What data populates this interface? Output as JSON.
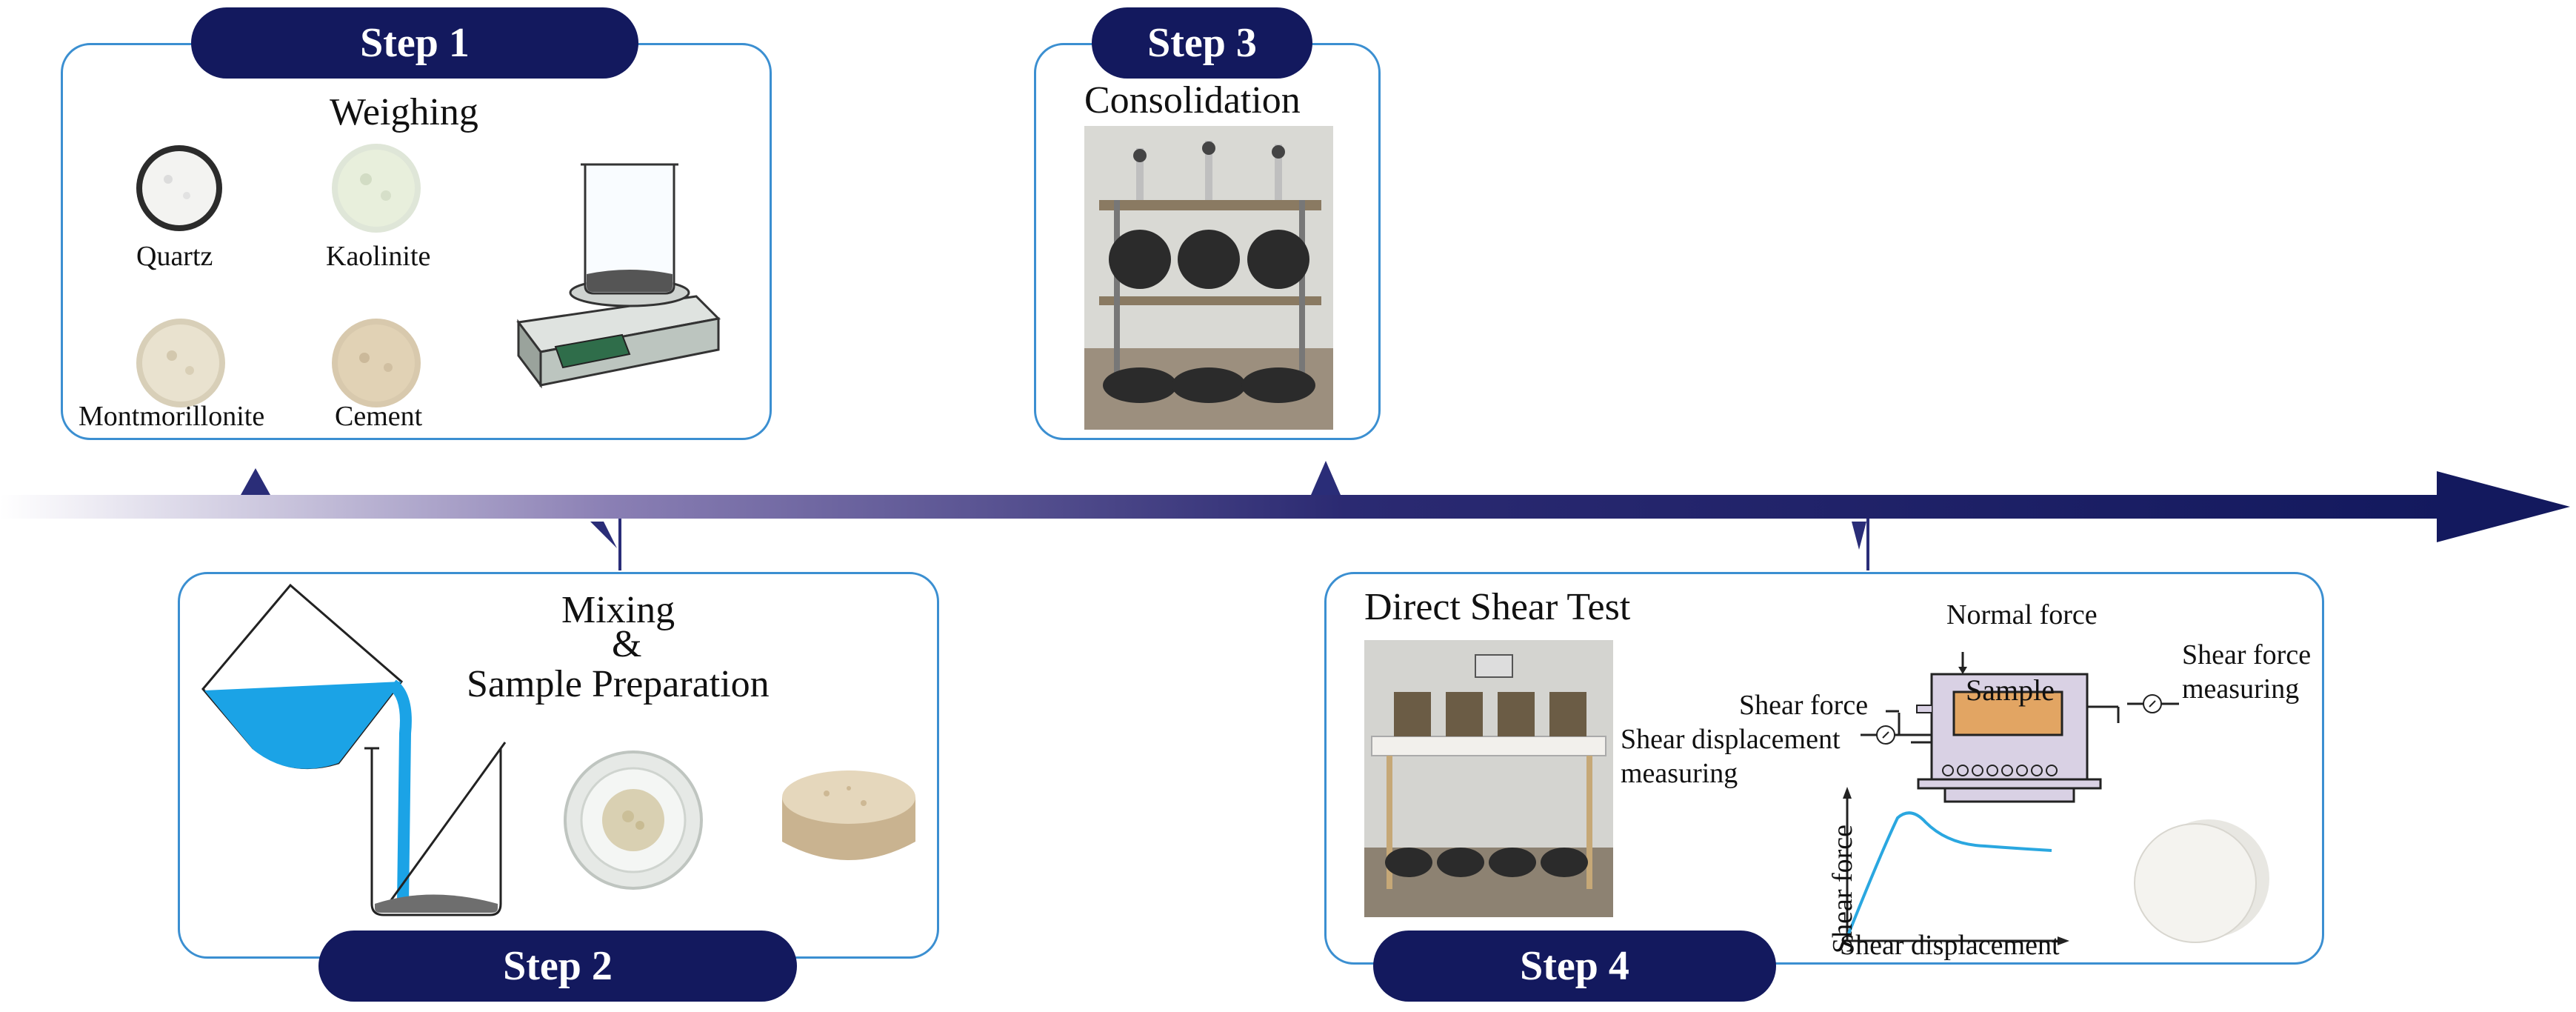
{
  "timeline": {
    "arrow_color": "#13195e",
    "box_border": "#3b8fd1"
  },
  "step1": {
    "badge": "Step 1",
    "title": "Weighing",
    "materials": [
      "Quartz",
      "Kaolinite",
      "Montmorillonite",
      "Cement"
    ]
  },
  "step2": {
    "badge": "Step 2",
    "title_line1": "Mixing",
    "title_line2": "&",
    "title_line3": "Sample Preparation"
  },
  "step3": {
    "badge": "Step 3",
    "title": "Consolidation"
  },
  "step4": {
    "badge": "Step 4",
    "title": "Direct Shear Test",
    "diagram": {
      "normal_force": "Normal force",
      "sample": "Sample",
      "shear_force_left": "Shear force",
      "shear_displacement_line1": "Shear displacement",
      "shear_displacement_line2": "measuring",
      "shear_force_measuring_line1": "Shear force",
      "shear_force_measuring_line2": "measuring"
    },
    "curve": {
      "ylabel": "Shear force",
      "xlabel": "Shear displacement"
    }
  }
}
